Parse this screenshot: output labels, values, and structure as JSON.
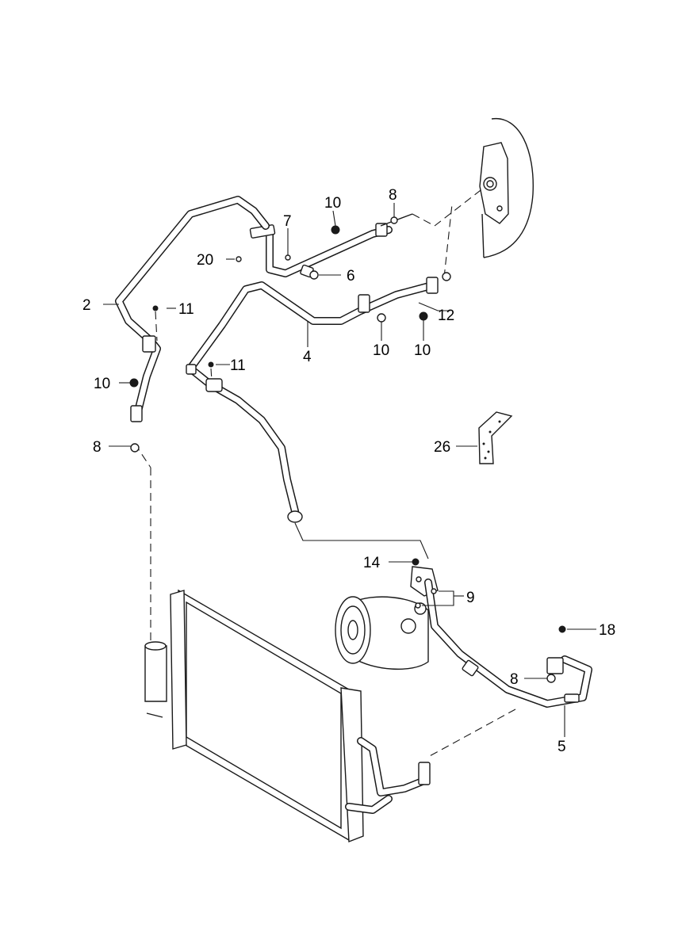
{
  "callouts": {
    "c2": "2",
    "c4": "4",
    "c5": "5",
    "c6": "6",
    "c7": "7",
    "c8a": "8",
    "c8b": "8",
    "c8c": "8",
    "c9": "9",
    "c10a": "10",
    "c10b": "10",
    "c10c": "10",
    "c10d": "10",
    "c11a": "11",
    "c11b": "11",
    "c12": "12",
    "c14": "14",
    "c18": "18",
    "c20": "20",
    "c26": "26"
  }
}
